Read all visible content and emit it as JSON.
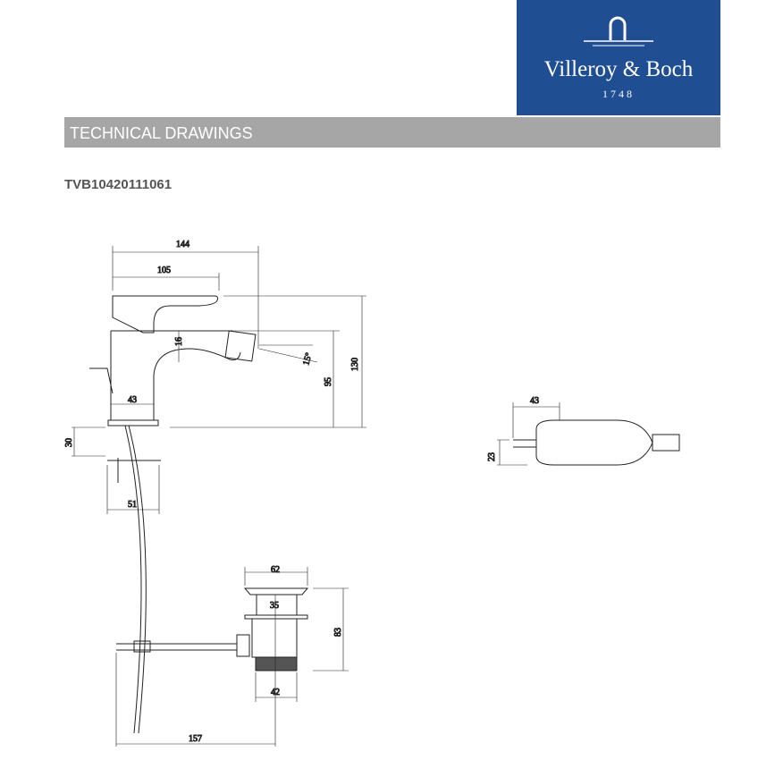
{
  "logo": {
    "brand": "Villeroy & Boch",
    "year": "1748"
  },
  "header": {
    "title": "TECHNICAL DRAWINGS"
  },
  "product_code": "TVB10420111061",
  "dimensions": {
    "side_view": {
      "overall_length": "144",
      "lever_length": "105",
      "spout_height": "16",
      "spray_angle": "15°",
      "total_height": "130",
      "outlet_height": "95",
      "body_depth": "43",
      "below_deck": "30",
      "nut_width": "51"
    },
    "top_view": {
      "width": "43",
      "lever_height": "23"
    },
    "waste": {
      "head_diameter": "62",
      "plug_diameter": "35",
      "height": "83",
      "thread_diameter": "42",
      "rod_length": "157"
    }
  }
}
